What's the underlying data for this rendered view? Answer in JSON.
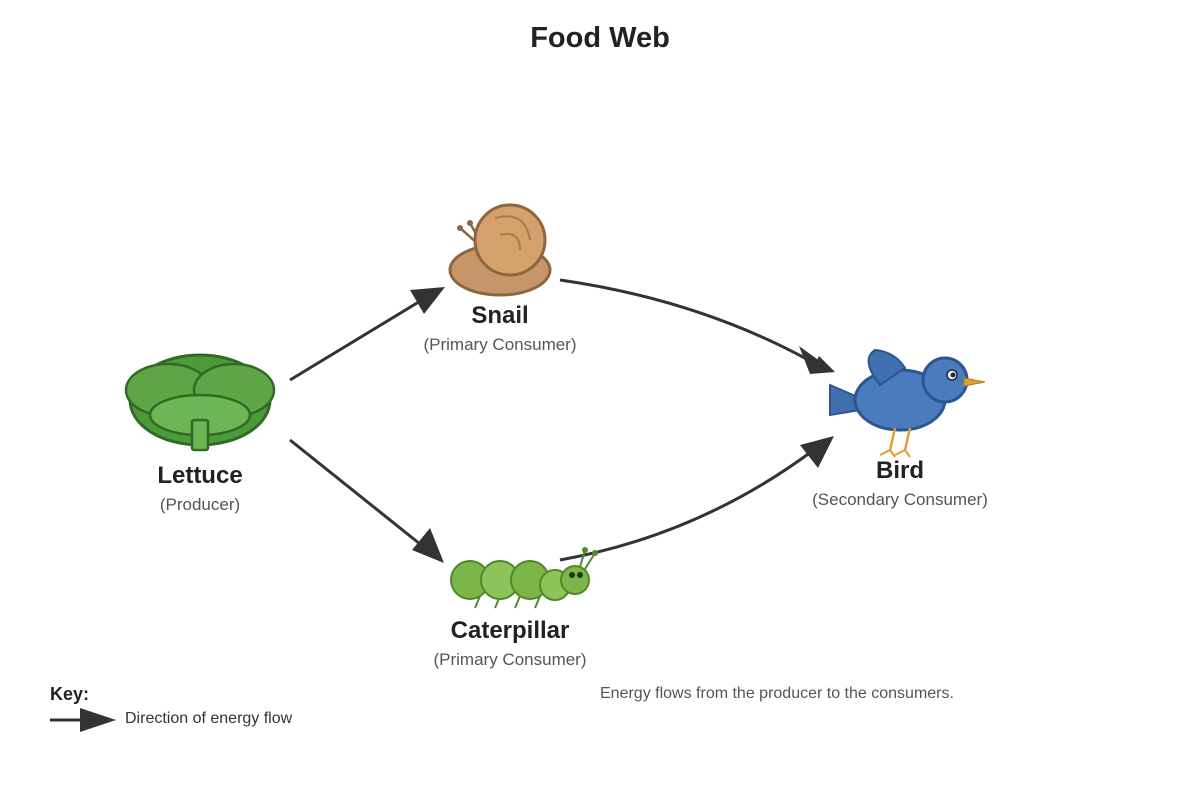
{
  "title": "Food Web",
  "nodes": {
    "lettuce": {
      "name": "Lettuce",
      "role": "(Producer)",
      "icon": "lettuce-icon"
    },
    "snail": {
      "name": "Snail",
      "role": "(Primary Consumer)",
      "icon": "snail-icon"
    },
    "caterpillar": {
      "name": "Caterpillar",
      "role": "(Primary Consumer)",
      "icon": "caterpillar-icon"
    },
    "bird": {
      "name": "Bird",
      "role": "(Secondary Consumer)",
      "icon": "bird-icon"
    }
  },
  "edges": [
    {
      "from": "Lettuce",
      "to": "Snail"
    },
    {
      "from": "Lettuce",
      "to": "Caterpillar"
    },
    {
      "from": "Snail",
      "to": "Bird"
    },
    {
      "from": "Caterpillar",
      "to": "Bird"
    }
  ],
  "key": {
    "title": "Key:",
    "arrow_label": "Direction of energy flow"
  },
  "note": "Energy flows from the producer to the consumers.",
  "colors": {
    "arrow": "#333333",
    "lettuce": "#5fa548",
    "snail_shell": "#d6a06c",
    "caterpillar": "#7cb648",
    "bird": "#4a7bbd",
    "beak": "#e0a030"
  }
}
